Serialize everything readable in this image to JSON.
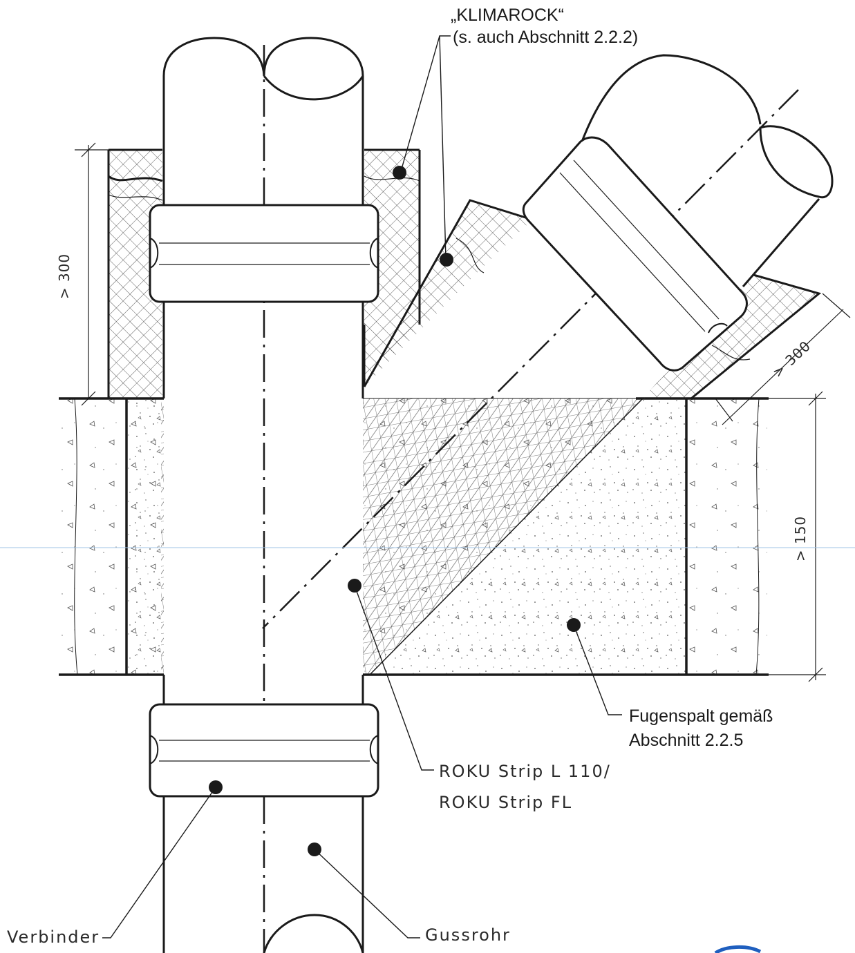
{
  "labels": {
    "klimarock": "„KLIMAROCK“",
    "klimarock_ref": "(s. auch Abschnitt 2.2.2)",
    "fugenspalt": "Fugenspalt gemäß",
    "fugenspalt_ref": "Abschnitt 2.2.5",
    "roku_1": "ROKU Strip L 110/",
    "roku_2": "ROKU Strip FL",
    "verbinder": "Verbinder",
    "gussrohr": "Gussrohr"
  },
  "dimensions": {
    "left_height": "> 300",
    "diag_height": "> 300",
    "slab_thickness": "> 150"
  },
  "colors": {
    "line": "#1a1a1a",
    "hatch": "#333333",
    "concrete_dot": "#555555",
    "accent_blue": "#1f5fbf"
  }
}
